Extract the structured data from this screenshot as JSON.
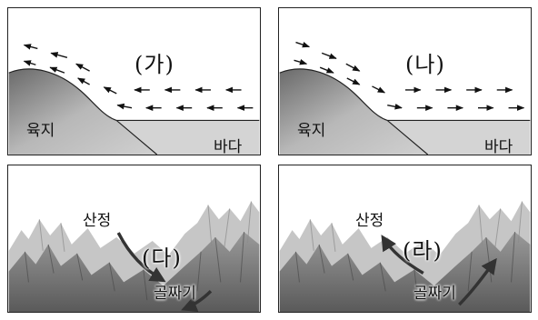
{
  "panels": [
    {
      "tag": "(가)",
      "land_label": "육지",
      "sea_label": "바다",
      "wind_direction": "sea-to-land"
    },
    {
      "tag": "(나)",
      "land_label": "육지",
      "sea_label": "바다",
      "wind_direction": "land-to-sea"
    },
    {
      "tag": "(다)",
      "peak_label": "산정",
      "valley_label": "골짜기",
      "wind_direction": "peak-to-valley"
    },
    {
      "tag": "(라)",
      "peak_label": "산정",
      "valley_label": "골짜기",
      "wind_direction": "valley-to-peak"
    }
  ]
}
